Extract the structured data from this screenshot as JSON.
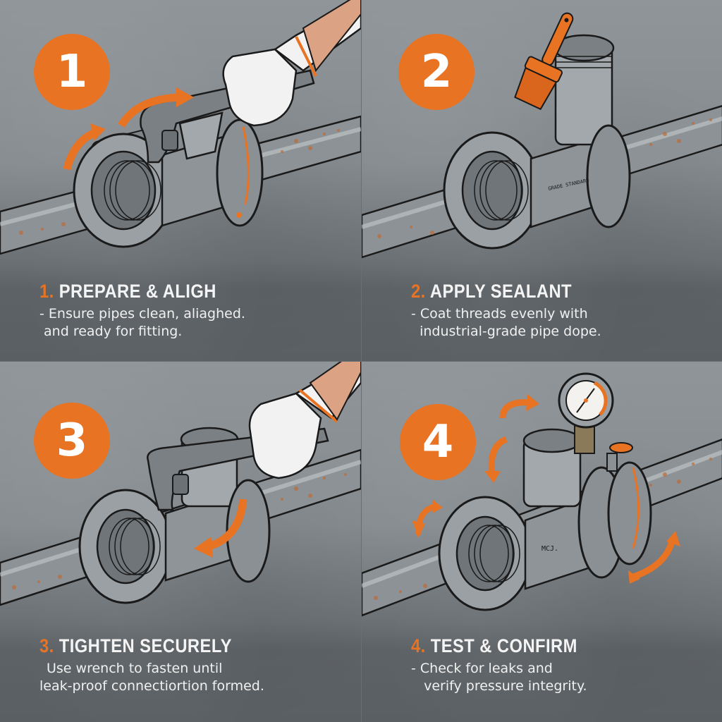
{
  "accent_color": "#e87323",
  "background_top": "#8f9599",
  "background_bottom": "#5c6165",
  "steps": [
    {
      "badge": "1",
      "number_label": "1.",
      "title": "PREPARE & ALIGH",
      "desc_line1": "- Ensure pipes clean, aliaghed.",
      "desc_line2": " and ready for fitting.",
      "illustration": "gloved-hand-wrench-aligning-pipe-tee",
      "icons": [
        "rotation-arrow-icon",
        "rotation-arrow-icon",
        "wrench-icon",
        "gloved-hand-icon"
      ]
    },
    {
      "badge": "2",
      "number_label": "2.",
      "title": "APPLY SEALANT",
      "desc_line1": "- Coat threads evenly with",
      "desc_line2": "  industrial-grade pipe dope.",
      "illustration": "paintbrush-applying-sealant-to-pipe-tee",
      "icons": [
        "paintbrush-icon"
      ]
    },
    {
      "badge": "3",
      "number_label": "3.",
      "title": "TIGHTEN SECURELY",
      "desc_line1": "Use wrench to fasten until",
      "desc_line2": "leak-proof connectiortion formed.",
      "illustration": "gloved-hand-wrench-tightening-pipe-tee",
      "icons": [
        "rotation-arrow-icon",
        "wrench-icon",
        "gloved-hand-icon"
      ]
    },
    {
      "badge": "4",
      "number_label": "4.",
      "title": "TEST & CONFIRM",
      "desc_line1": "- Check for leaks and",
      "desc_line2": "   verify pressure integrity.",
      "illustration": "pressure-gauge-on-pipe-tee-with-valve",
      "icons": [
        "pressure-gauge-icon",
        "valve-handle-icon",
        "double-arrow-icon",
        "double-arrow-icon",
        "double-arrow-icon"
      ]
    }
  ]
}
